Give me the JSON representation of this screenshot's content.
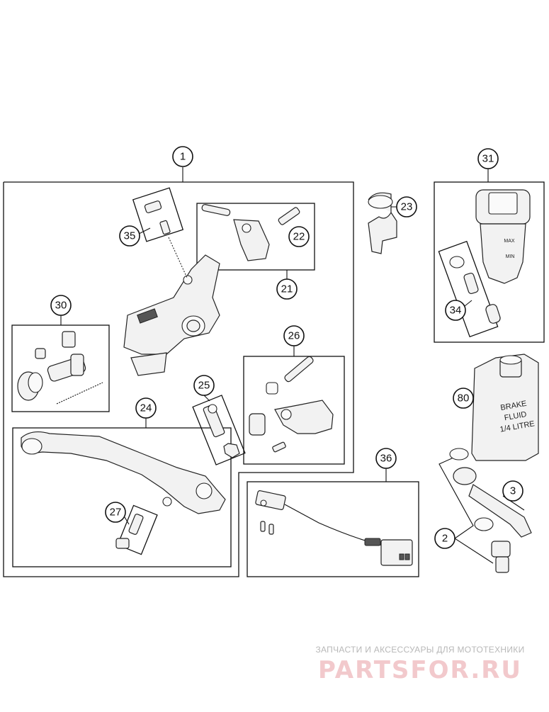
{
  "callouts": [
    "1",
    "35",
    "21",
    "22",
    "23",
    "31",
    "34",
    "30",
    "26",
    "25",
    "24",
    "27",
    "36",
    "80",
    "3",
    "2"
  ],
  "bottle": {
    "line1": "BRAKE",
    "line2": "FLUID",
    "line3": "1/4 LITRE"
  },
  "reservoir": {
    "max_label": "MAX",
    "min_label": "MIN"
  },
  "watermark": {
    "tagline": "ЗАПЧАСТИ И АКСЕССУАРЫ ДЛЯ МОТОТЕХНИКИ",
    "logo": "PARTSFOR.RU"
  },
  "colors": {
    "line": "#111111",
    "watermark_logo": "#f2c9cc",
    "watermark_text": "#b8b8b8"
  }
}
